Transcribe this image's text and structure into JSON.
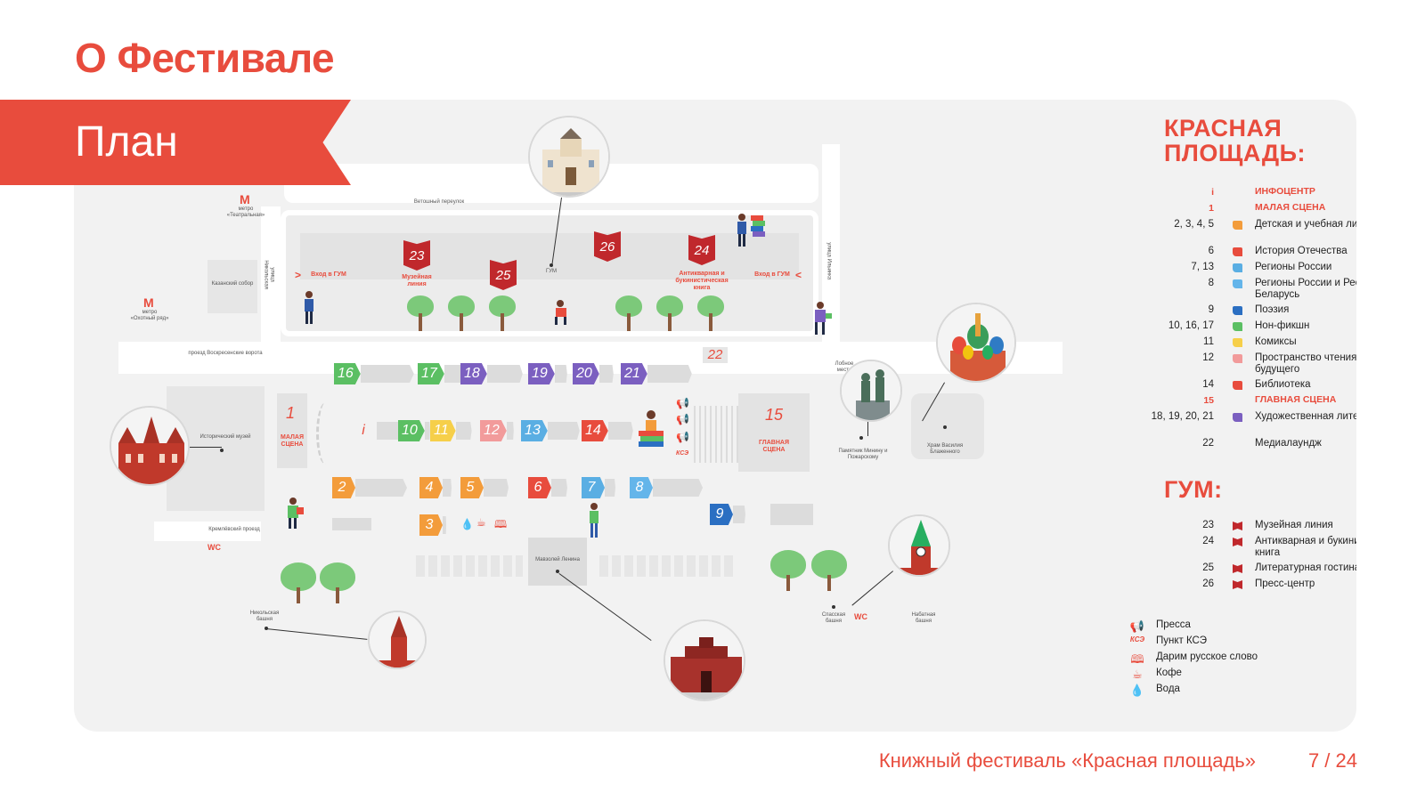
{
  "page_title": "О Фестивале",
  "banner": "План",
  "footer": {
    "title": "Книжный фестиваль «Красная площадь»",
    "page": "7 / 24"
  },
  "colors": {
    "accent": "#e84c3d",
    "panel": "#f2f2f2"
  },
  "map": {
    "streets": {
      "vetoshny": "Ветошный переулок",
      "nikolskaya": "улица Никольская",
      "ilyinka": "улица Ильинка",
      "voskresenskie": "проезд Воскресенские ворота",
      "kremlevsky": "Кремлёвский проезд"
    },
    "places": {
      "metro_teatr": "метро «Театральная»",
      "metro_ohotny": "метро «Охотный ряд»",
      "kazan": "Казанский собор",
      "history_museum": "Исторический музей",
      "gum": "ГУМ",
      "lobnoe": "Лобное место",
      "minin": "Памятник Минину и Пожарскому",
      "vasily": "Храм Василия Блаженного",
      "mausoleum": "Мавзолей Ленина",
      "nikolskaya_tower": "Никольская башня",
      "spasskaya_tower": "Спасская башня",
      "nabatnaya": "Набатная башня",
      "wc": "WC",
      "metro_glyph": "М"
    },
    "gum_entrance": "Вход в ГУМ",
    "gum_tags": [
      {
        "num": "23",
        "label": "Музейная линия"
      },
      {
        "num": "25",
        "label": ""
      },
      {
        "num": "26",
        "label": ""
      },
      {
        "num": "24",
        "label": "Антикварная и букинистическая книга"
      }
    ],
    "stage_small": {
      "num": "1",
      "label": "МАЛАЯ СЦЕНА"
    },
    "stage_main": {
      "num": "15",
      "label": "ГЛАВНАЯ СЦЕНА"
    },
    "row1": [
      "16",
      "17",
      "18",
      "19",
      "20",
      "21"
    ],
    "row1_extra": "22",
    "row2": [
      "i",
      "10",
      "11",
      "12",
      "13",
      "14"
    ],
    "row3": [
      "2",
      "4",
      "5",
      "6",
      "7",
      "8"
    ],
    "row4": [
      "3",
      "9"
    ],
    "kse_text": "КСЭ"
  },
  "legend": {
    "heading_square": "КРАСНАЯ ПЛОЩАДЬ:",
    "heading_gum": "ГУМ:",
    "square_items": [
      {
        "codes": "i",
        "label": "ИНФОЦЕНТР",
        "color": "",
        "highlight": true
      },
      {
        "codes": "1",
        "label": "МАЛАЯ СЦЕНА",
        "color": "",
        "highlight": true
      },
      {
        "codes": "2, 3, 4, 5",
        "label": "Детская и учебная литература",
        "color": "#f39c3b",
        "highlight": false
      },
      {
        "codes": "6",
        "label": "История Отечества",
        "color": "#e84c3d",
        "highlight": false
      },
      {
        "codes": "7, 13",
        "label": "Регионы России",
        "color": "#5aaee3",
        "highlight": false
      },
      {
        "codes": "8",
        "label": "Регионы России и Республика Беларусь",
        "color": "#64b5ea",
        "highlight": false
      },
      {
        "codes": "9",
        "label": "Поэзия",
        "color": "#2b6fc2",
        "highlight": false
      },
      {
        "codes": "10, 16, 17",
        "label": "Нон-фикшн",
        "color": "#5bbf63",
        "highlight": false
      },
      {
        "codes": "11",
        "label": "Комиксы",
        "color": "#f6cf4a",
        "highlight": false
      },
      {
        "codes": "12",
        "label": "Пространство чтения: территория будущего",
        "color": "#f29b9b",
        "highlight": false
      },
      {
        "codes": "14",
        "label": "Библиотека",
        "color": "#e84c3d",
        "highlight": false
      },
      {
        "codes": "15",
        "label": "ГЛАВНАЯ СЦЕНА",
        "color": "",
        "highlight": true
      },
      {
        "codes": "18, 19, 20, 21",
        "label": "Художественная литература",
        "color": "#7b5fc0",
        "highlight": false
      },
      {
        "codes": "22",
        "label": "Медиалаундж",
        "color": "",
        "highlight": false
      }
    ],
    "gum_items": [
      {
        "codes": "23",
        "label": "Музейная линия"
      },
      {
        "codes": "24",
        "label": "Антикварная и букинистическая книга"
      },
      {
        "codes": "25",
        "label": "Литературная гостиная"
      },
      {
        "codes": "26",
        "label": "Пресс-центр"
      }
    ],
    "icon_items": [
      {
        "icon": "megaphone-icon",
        "glyph": "📢",
        "label": "Пресса"
      },
      {
        "icon": "kse-icon",
        "glyph": "КСЭ",
        "label": "Пункт КСЭ"
      },
      {
        "icon": "book-icon",
        "glyph": "🕮",
        "label": "Дарим русское слово"
      },
      {
        "icon": "coffee-icon",
        "glyph": "☕",
        "label": "Кофе"
      },
      {
        "icon": "water-drop-icon",
        "glyph": "💧",
        "label": "Вода"
      }
    ]
  }
}
